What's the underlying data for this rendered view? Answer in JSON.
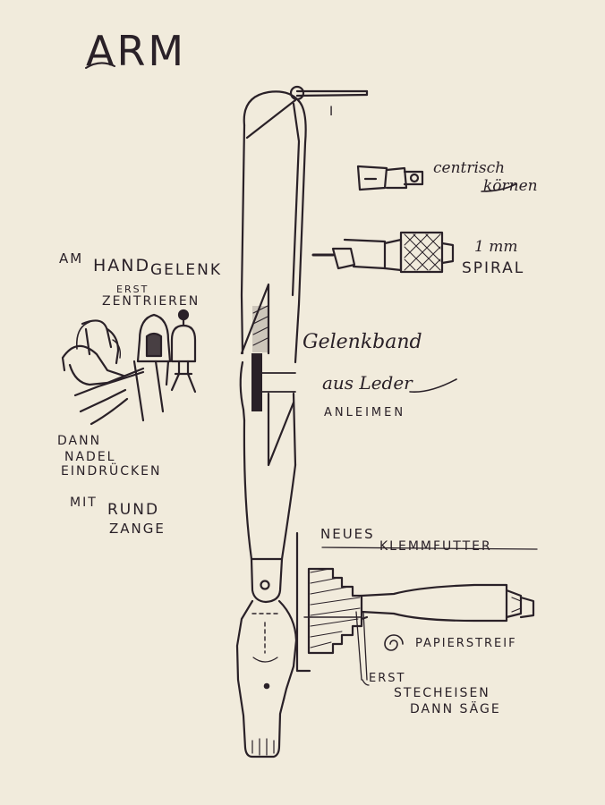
{
  "title": "ARM",
  "labels": {
    "part_number": "I",
    "centrisch_1": "centrisch",
    "centrisch_2": "körnen",
    "spiral_1": "1 mm",
    "spiral_2": "SPIRAL",
    "am": "AM",
    "hand": "HAND",
    "gelenk": "GELENK",
    "erst": "ERST",
    "zentrieren": "ZENTRIEREN",
    "gelenkband_1": "Gelenkband",
    "gelenkband_2": "aus Leder",
    "anleimen": "ANLEIMEN",
    "dann_1": "DANN",
    "dann_2": "NADEL",
    "dann_3": "EINDRÜCKEN",
    "mit_1": "MIT",
    "mit_2": "RUND",
    "mit_3": "ZANGE",
    "neues_1": "NEUES",
    "neues_2": "KLEMMFUTTER",
    "papierstreif": "PAPIERSTREIF",
    "stech_1": "ERST",
    "stech_2": "STECHEISEN",
    "stech_3": "DANN SÄGE"
  },
  "colors": {
    "paper": "#f1ebdc",
    "ink": "#2a2128"
  }
}
